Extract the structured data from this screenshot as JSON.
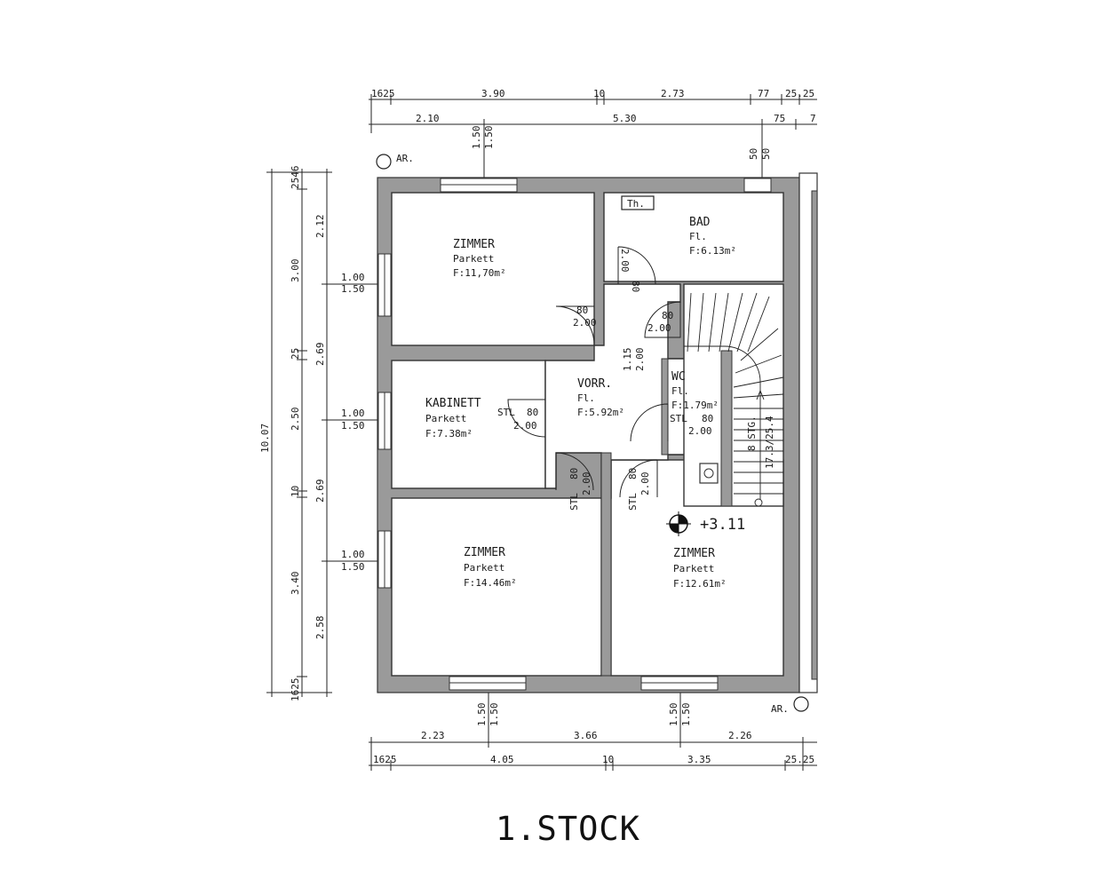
{
  "title": "1.STOCK",
  "top_dims_row1": [
    "1625",
    "3.90",
    "10",
    "2.73",
    "77",
    "25.25"
  ],
  "top_dims_row2": [
    "2.10",
    "5.30",
    "75",
    "7"
  ],
  "bottom_dims_row1": [
    "2.23",
    "3.66",
    "2.26"
  ],
  "bottom_dims_row2": [
    "1625",
    "4.05",
    "10",
    "3.35",
    "25.25"
  ],
  "left_outer": "10.07",
  "left_mid": [
    "2546",
    "3.00",
    "25",
    "2.50",
    "10",
    "3.40",
    "1625"
  ],
  "left_inner": [
    "2.12",
    "2.69",
    "2.69",
    "2.58"
  ],
  "window_dims": [
    {
      "a": "1.00",
      "b": "1.50"
    },
    {
      "a": "1.00",
      "b": "1.50"
    },
    {
      "a": "1.00",
      "b": "1.50"
    }
  ],
  "vertical_window_dims": {
    "top_left": [
      "1.50",
      "1.50"
    ],
    "top_right": [
      "50",
      "50"
    ],
    "bottom_left": [
      "1.50",
      "1.50"
    ],
    "bottom_right": [
      "1.50",
      "1.50"
    ]
  },
  "marker_ar": "AR.",
  "thermostat": "Th.",
  "rooms": {
    "zimmer1": {
      "name": "ZIMMER",
      "floor": "Parkett",
      "area": "F:11,70m²"
    },
    "bad": {
      "name": "BAD",
      "floor": "Fl.",
      "area": "F:6.13m²"
    },
    "kabinett": {
      "name": "KABINETT",
      "floor": "Parkett",
      "area": "F:7.38m²"
    },
    "vorr": {
      "name": "VORR.",
      "floor": "Fl.",
      "area": "F:5.92m²"
    },
    "wc": {
      "name": "WC",
      "floor": "Fl.",
      "area": "F:1.79m²"
    },
    "zimmer2": {
      "name": "ZIMMER",
      "floor": "Parkett",
      "area": "F:14.46m²"
    },
    "zimmer3": {
      "name": "ZIMMER",
      "floor": "Parkett",
      "area": "F:12.61m²"
    }
  },
  "doors": {
    "d1": {
      "w": "80",
      "h": "2.00"
    },
    "d2": {
      "w": "80",
      "h": "2.00"
    },
    "d3": {
      "w": "80",
      "h": "2.00"
    },
    "d4": {
      "stl": "STL",
      "w": "80",
      "h": "2.00"
    },
    "d5": {
      "stl": "STL",
      "w": "80",
      "h": "2.00"
    },
    "d6": {
      "stl": "STL",
      "w": "80",
      "h": "2.00"
    },
    "d7": {
      "stl": "STL",
      "w": "80",
      "h": "2.00"
    }
  },
  "corridor_dims": [
    "1.15",
    "2.00"
  ],
  "stair_label": "17.3/25.4",
  "stair_steps": "8 STG.",
  "level_mark": "+3.11"
}
